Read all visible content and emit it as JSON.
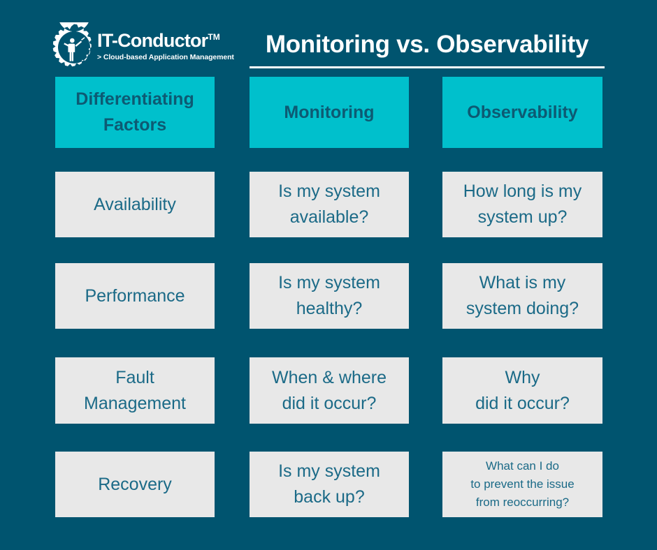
{
  "brand": {
    "name": "IT-Conductor",
    "trademark": "TM",
    "tagline": "> Cloud-based Application Management",
    "logo_icon": "gear-conductor-icon"
  },
  "title": "Monitoring vs. Observability",
  "colors": {
    "background": "#00546f",
    "header_cell": "#00c0cc",
    "header_text": "#0d5a73",
    "body_cell": "#e8e8e8",
    "body_text": "#1b6a87",
    "rule": "#ffffff"
  },
  "table": {
    "headers": [
      "Differentiating\nFactors",
      "Monitoring",
      "Observability"
    ],
    "rows": [
      {
        "factor": "Availability",
        "monitoring": "Is my system\navailable?",
        "observability": "How long is my\nsystem up?",
        "observability_small": false
      },
      {
        "factor": "Performance",
        "monitoring": "Is my system\nhealthy?",
        "observability": "What is my\nsystem doing?",
        "observability_small": false
      },
      {
        "factor": "Fault\nManagement",
        "monitoring": "When & where\ndid it occur?",
        "observability": "Why\ndid it occur?",
        "observability_small": false
      },
      {
        "factor": "Recovery",
        "monitoring": "Is my system\nback up?",
        "observability": "What can I do\nto prevent the issue\nfrom reoccurring?",
        "observability_small": true
      }
    ]
  }
}
